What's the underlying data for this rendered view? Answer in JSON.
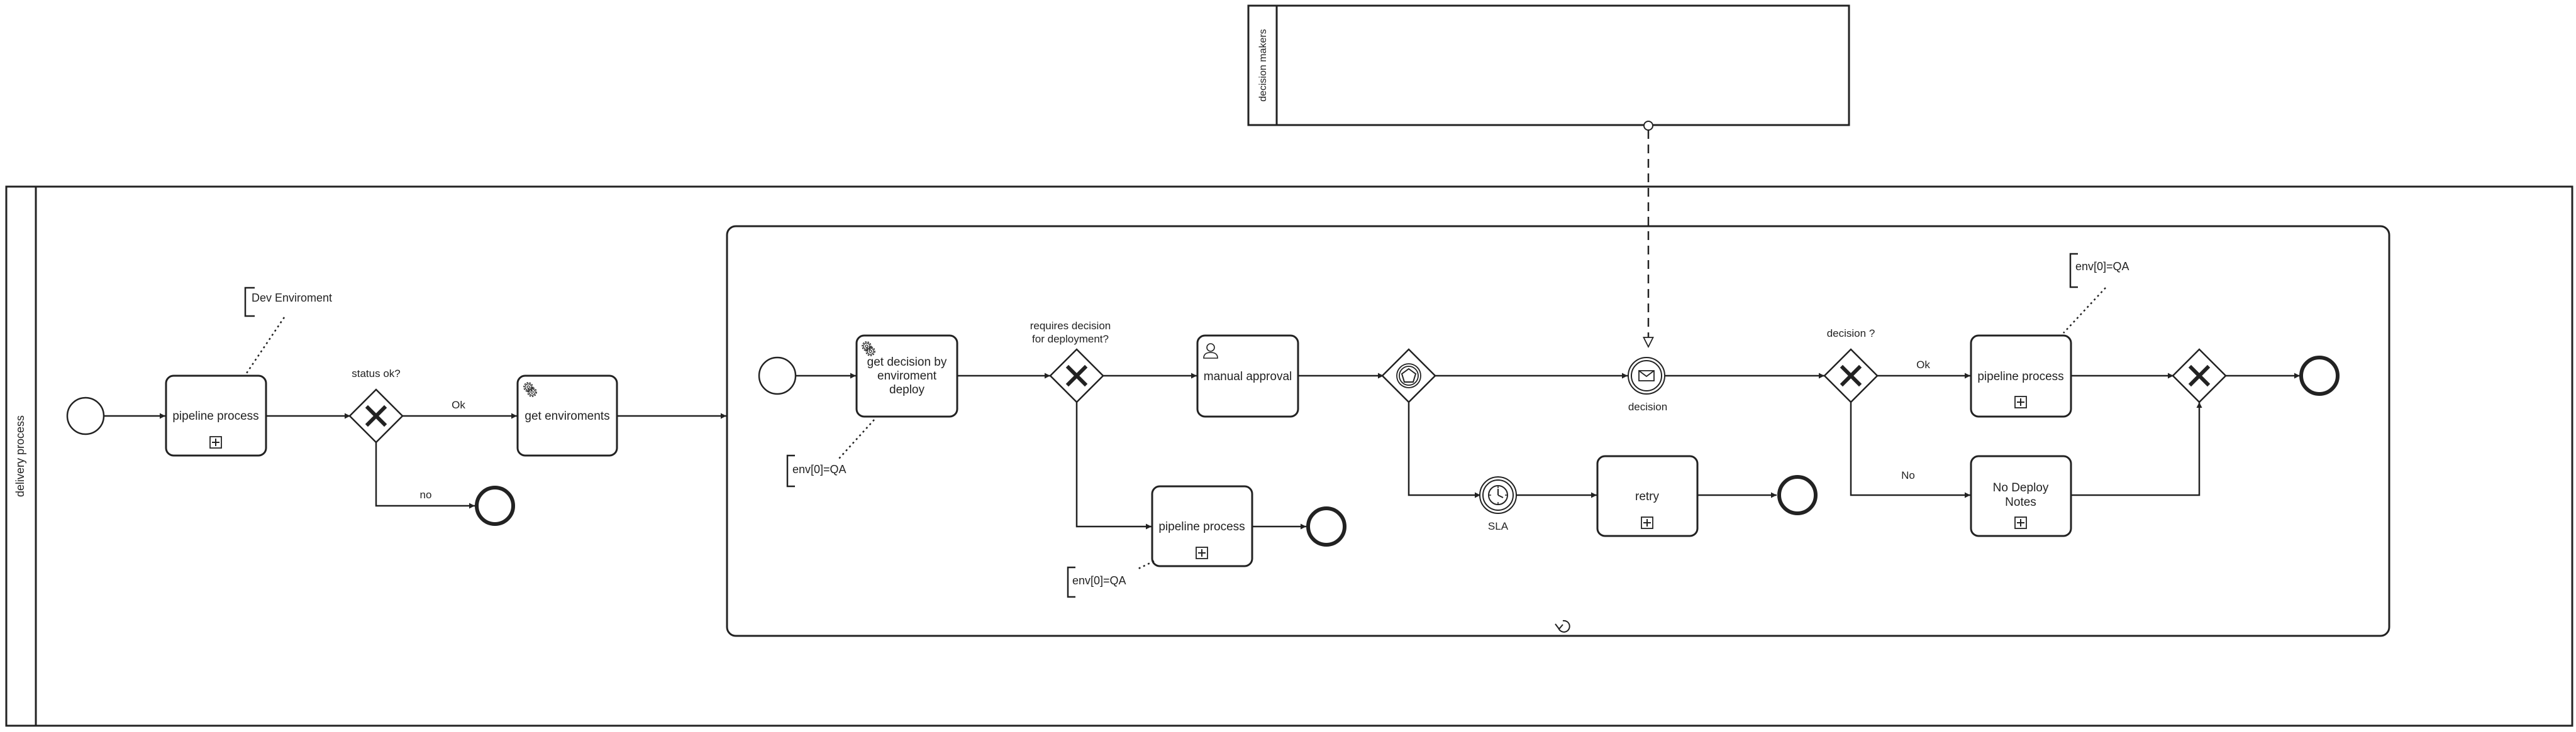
{
  "pools": {
    "decision_makers": "decision makers",
    "delivery_process": "delivery process"
  },
  "tasks": {
    "pipeline_process_1": "pipeline process",
    "get_enviroments": "get enviroments",
    "get_decision_line1": "get decision by",
    "get_decision_line2": "enviroment",
    "get_decision_line3": "deploy",
    "manual_approval": "manual approval",
    "pipeline_process_2": "pipeline process",
    "retry": "retry",
    "pipeline_process_3": "pipeline process",
    "no_deploy_line1": "No Deploy",
    "no_deploy_line2": "Notes"
  },
  "gateways": {
    "status_ok": "status ok?",
    "requires_decision_line1": "requires decision",
    "requires_decision_line2": "for deployment?",
    "decision": "decision ?"
  },
  "events": {
    "decision_message": "decision",
    "sla_timer": "SLA"
  },
  "flows": {
    "ok_1": "Ok",
    "no_1": "no",
    "ok_2": "Ok",
    "no_2": "No"
  },
  "annotations": {
    "dev_enviroment": "Dev Enviroment",
    "env_qa_1": "env[0]=QA",
    "env_qa_2": "env[0]=QA",
    "env_qa_3": "env[0]=QA"
  },
  "colors": {
    "stroke": "#222222",
    "background": "#ffffff"
  }
}
